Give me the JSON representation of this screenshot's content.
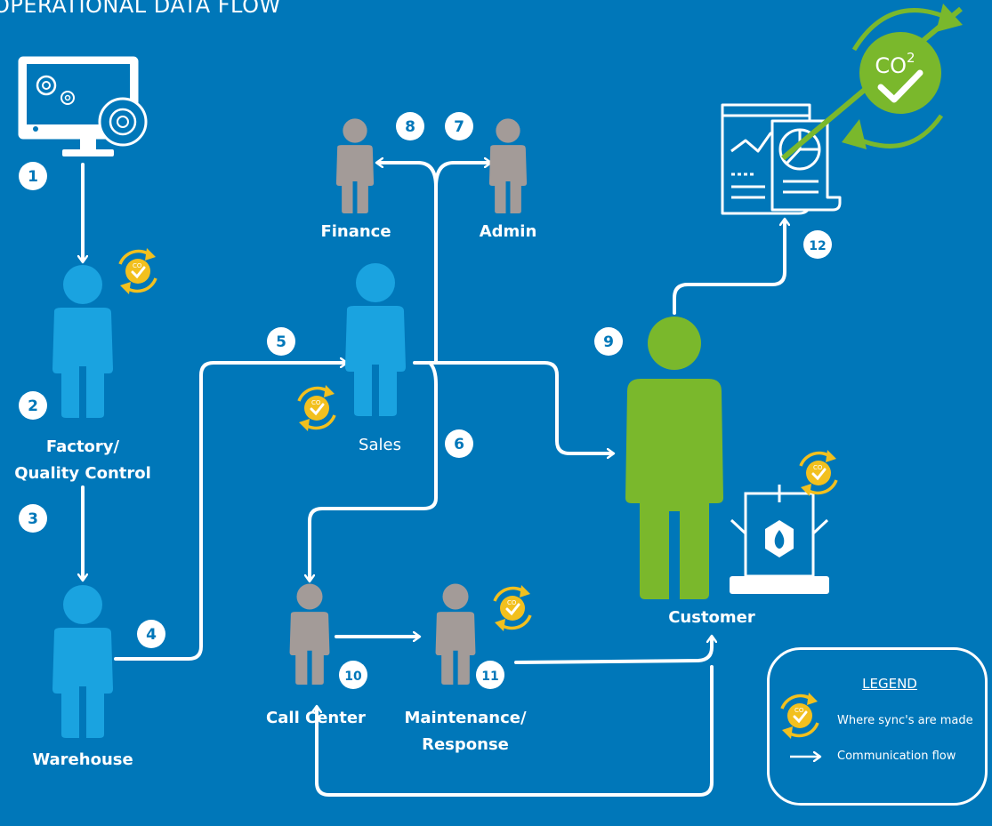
{
  "title": "OPERATIONAL DATA FLOW",
  "actors": {
    "factory": "Factory/\nQuality Control",
    "warehouse": "Warehouse",
    "sales": "Sales",
    "finance": "Finance",
    "admin": "Admin",
    "call_center": "Call Center",
    "maintenance": "Maintenance/\nResponse",
    "customer": "Customer"
  },
  "steps": [
    "1",
    "2",
    "3",
    "4",
    "5",
    "6",
    "7",
    "8",
    "9",
    "10",
    "11",
    "12"
  ],
  "co2_badge": {
    "text": "CO",
    "sup": "2"
  },
  "legend": {
    "title": "LEGEND",
    "sync": "Where sync's are made",
    "flow": "Communication flow"
  },
  "colors": {
    "background": "#0077b9",
    "person_blue": "#1aa3e0",
    "person_gray": "#a39b98",
    "customer_green": "#7ab82c",
    "sync_yellow": "#f2c01e",
    "flow_white": "#ffffff"
  },
  "icons": {
    "computer": "computer-settings-icon",
    "report": "analytics-report-icon",
    "sync": "co2-sync-icon",
    "heater": "gas-heater-icon"
  }
}
